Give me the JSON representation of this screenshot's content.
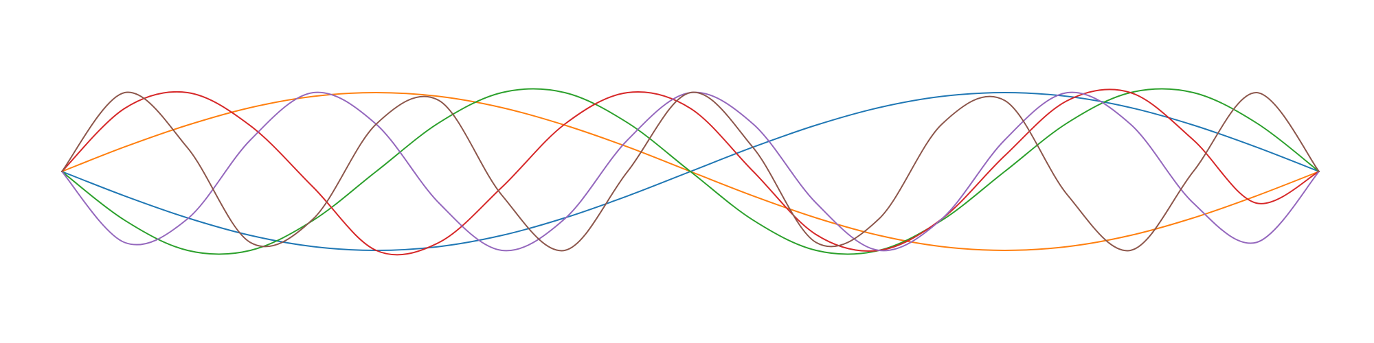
{
  "chart_data": {
    "type": "line",
    "title": "",
    "xlabel": "",
    "ylabel": "",
    "axes_visible": false,
    "grid": false,
    "legend": "none",
    "xlim": [
      0,
      1
    ],
    "ylim": [
      -1,
      1
    ],
    "series": [
      {
        "x": [
          0.0,
          0.05,
          0.1,
          0.15,
          0.2,
          0.25,
          0.3,
          0.35,
          0.4,
          0.45,
          0.5,
          0.55,
          0.6,
          0.65,
          0.7,
          0.75,
          0.8,
          0.85,
          0.9,
          0.95,
          1.0
        ],
        "y": [
          0.0,
          -0.155,
          -0.294,
          -0.405,
          -0.476,
          -0.5,
          -0.476,
          -0.405,
          -0.294,
          -0.155,
          0.0,
          0.155,
          0.294,
          0.405,
          0.476,
          0.5,
          0.476,
          0.405,
          0.294,
          0.155,
          0.0
        ],
        "color": "#1f77b4"
      },
      {
        "x": [
          0.0,
          0.05,
          0.1,
          0.15,
          0.2,
          0.25,
          0.3,
          0.35,
          0.4,
          0.45,
          0.5,
          0.55,
          0.6,
          0.65,
          0.7,
          0.75,
          0.8,
          0.85,
          0.9,
          0.95,
          1.0
        ],
        "y": [
          0.0,
          0.156,
          0.294,
          0.405,
          0.476,
          0.5,
          0.476,
          0.405,
          0.294,
          0.156,
          0.0,
          -0.155,
          -0.294,
          -0.405,
          -0.476,
          -0.5,
          -0.476,
          -0.405,
          -0.294,
          -0.155,
          0.0
        ],
        "color": "#ff7f0e"
      },
      {
        "x": [
          0.0,
          0.05,
          0.1,
          0.15,
          0.2,
          0.25,
          0.3,
          0.35,
          0.4,
          0.45,
          0.5,
          0.55,
          0.6,
          0.65,
          0.7,
          0.75,
          0.8,
          0.85,
          0.9,
          0.95,
          1.0
        ],
        "y": [
          0.0,
          -0.309,
          -0.5,
          -0.5,
          -0.309,
          0.0,
          0.309,
          0.5,
          0.5,
          0.309,
          0.0,
          -0.309,
          -0.5,
          -0.5,
          -0.309,
          0.0,
          0.309,
          0.5,
          0.5,
          0.309,
          0.0
        ],
        "color": "#2ca02c"
      },
      {
        "x": [
          0.0,
          0.05,
          0.1,
          0.15,
          0.2,
          0.25,
          0.3,
          0.35,
          0.4,
          0.45,
          0.5,
          0.55,
          0.6,
          0.65,
          0.7,
          0.75,
          0.8,
          0.85,
          0.9,
          0.95,
          1.0
        ],
        "y": [
          0.0,
          0.4,
          0.5,
          0.29,
          -0.1,
          -0.5,
          -0.45,
          -0.1,
          0.3,
          0.5,
          0.4,
          0.0,
          -0.4,
          -0.5,
          -0.3,
          0.1,
          0.45,
          0.5,
          0.2,
          -0.2,
          0.0
        ],
        "color": "#d62728"
      },
      {
        "x": [
          0.0,
          0.05,
          0.1,
          0.15,
          0.2,
          0.25,
          0.3,
          0.35,
          0.4,
          0.45,
          0.5,
          0.55,
          0.6,
          0.65,
          0.7,
          0.75,
          0.8,
          0.85,
          0.9,
          0.95,
          1.0
        ],
        "y": [
          0.0,
          -0.45,
          -0.3,
          0.2,
          0.5,
          0.3,
          -0.2,
          -0.5,
          -0.3,
          0.2,
          0.5,
          0.3,
          -0.2,
          -0.5,
          -0.3,
          0.2,
          0.5,
          0.3,
          -0.2,
          -0.45,
          0.0
        ],
        "color": "#9467bd"
      },
      {
        "x": [
          0.0,
          0.05,
          0.1,
          0.15,
          0.2,
          0.25,
          0.3,
          0.35,
          0.4,
          0.45,
          0.5,
          0.55,
          0.6,
          0.65,
          0.7,
          0.75,
          0.8,
          0.85,
          0.9,
          0.95,
          1.0
        ],
        "y": [
          0.0,
          0.5,
          0.15,
          -0.45,
          -0.3,
          0.3,
          0.45,
          -0.15,
          -0.5,
          0.0,
          0.5,
          0.15,
          -0.45,
          -0.3,
          0.3,
          0.45,
          -0.15,
          -0.5,
          0.0,
          0.5,
          0.0
        ],
        "color": "#8c564b"
      }
    ]
  }
}
